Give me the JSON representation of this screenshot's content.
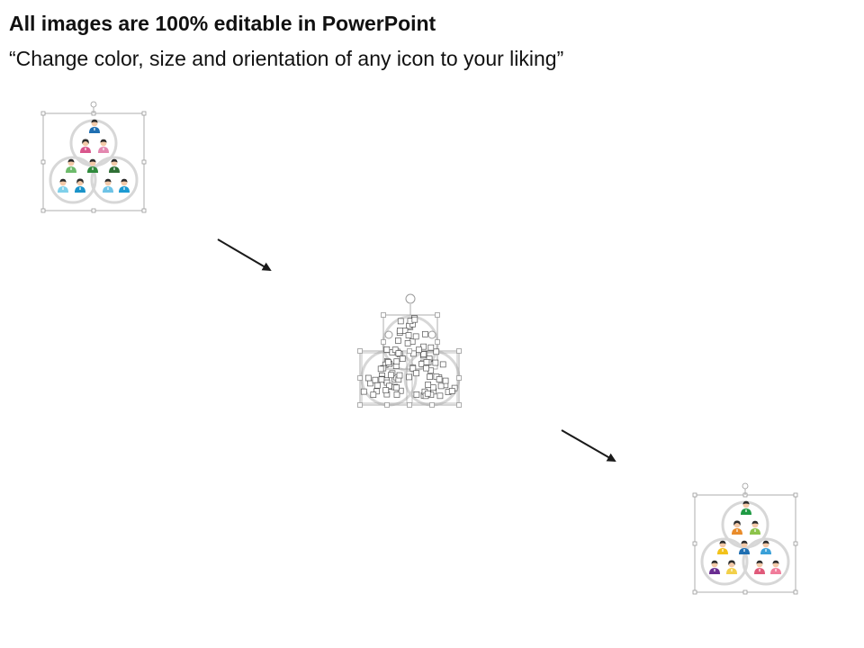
{
  "header": {
    "title": "All images are 100% editable in PowerPoint",
    "subtitle": "“Change color, size and orientation of any icon to your liking”"
  },
  "colors": {
    "circle": "#d7d7d7",
    "handle": "#9a9a9a",
    "arrow": "#1a1a1a"
  },
  "diagram_before": {
    "people": [
      {
        "name": "top-person",
        "color": "#1f6fb2"
      },
      {
        "name": "top-left-person",
        "color": "#d9568c"
      },
      {
        "name": "top-right-person",
        "color": "#e388b0"
      },
      {
        "name": "middle-left-person",
        "color": "#6dbb6b"
      },
      {
        "name": "middle-center-person",
        "color": "#2f8a3c"
      },
      {
        "name": "middle-right-person",
        "color": "#2f6f35"
      },
      {
        "name": "bottom-left-person-1",
        "color": "#7fd0ea"
      },
      {
        "name": "bottom-left-person-2",
        "color": "#1a93c9"
      },
      {
        "name": "bottom-right-person-1",
        "color": "#6ec3e6"
      },
      {
        "name": "bottom-right-person-2",
        "color": "#1c9ad2"
      }
    ]
  },
  "diagram_after": {
    "people": [
      {
        "name": "top-person",
        "color": "#1f9a44"
      },
      {
        "name": "top-left-person",
        "color": "#e98c2b"
      },
      {
        "name": "top-right-person",
        "color": "#8cc34a"
      },
      {
        "name": "middle-left-person",
        "color": "#f2c21a"
      },
      {
        "name": "middle-center-person",
        "color": "#1f6fb2"
      },
      {
        "name": "middle-right-person",
        "color": "#3aa0d8"
      },
      {
        "name": "bottom-left-person-1",
        "color": "#6a2d91"
      },
      {
        "name": "bottom-left-person-2",
        "color": "#f2d04a"
      },
      {
        "name": "bottom-right-person-1",
        "color": "#e05a7a"
      },
      {
        "name": "bottom-right-person-2",
        "color": "#f07c9a"
      }
    ]
  }
}
